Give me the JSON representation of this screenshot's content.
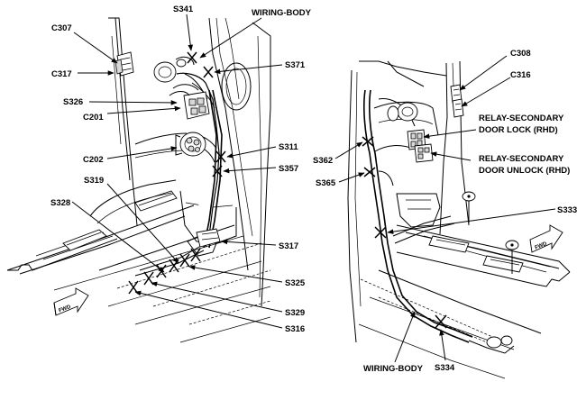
{
  "left_view": {
    "labels": {
      "c307": "C307",
      "c317": "C317",
      "s326": "S326",
      "c201": "C201",
      "c202": "C202",
      "s319": "S319",
      "s328": "S328",
      "s341": "S341",
      "wiring_body": "WIRING-BODY",
      "s371": "S371",
      "s311": "S311",
      "s357": "S357",
      "s317": "S317",
      "s325": "S325",
      "s329": "S329",
      "s316": "S316"
    },
    "fwd_badge": "FWD"
  },
  "right_view": {
    "labels": {
      "c308": "C308",
      "c316": "C316",
      "relay_lock_1": "RELAY-SECONDARY",
      "relay_lock_2": "DOOR LOCK (RHD)",
      "relay_unlock_1": "RELAY-SECONDARY",
      "relay_unlock_2": "DOOR UNLOCK (RHD)",
      "s362": "S362",
      "s365": "S365",
      "s333": "S333",
      "wiring_body": "WIRING-BODY",
      "s334": "S334"
    },
    "fwd_badge": "FWD"
  }
}
